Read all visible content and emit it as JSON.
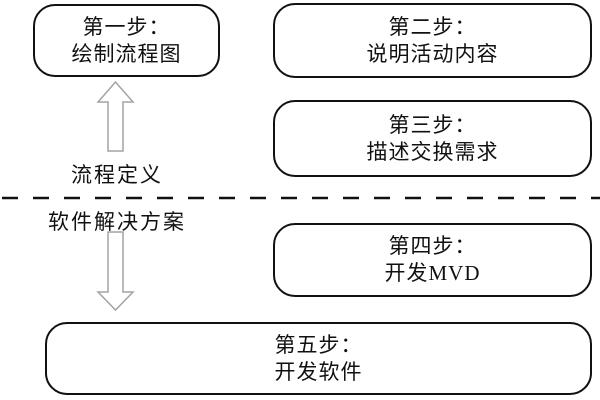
{
  "diagram": {
    "boxes": [
      {
        "id": "step1",
        "line1": "第一步：",
        "line2": "绘制流程图"
      },
      {
        "id": "step2",
        "line1": "第二步：",
        "line2": "说明活动内容"
      },
      {
        "id": "step3",
        "line1": "第三步：",
        "line2": "描述交换需求"
      },
      {
        "id": "step4",
        "line1": "第四步：",
        "line2": "开发MVD"
      },
      {
        "id": "step5",
        "line1": "第五步：",
        "line2": "开发软件"
      }
    ],
    "labels": {
      "upper_zone": "流程定义",
      "lower_zone": "软件解决方案"
    },
    "icons": {
      "up_arrow": "up-arrow-icon",
      "down_arrow": "down-arrow-icon"
    },
    "colors": {
      "background": "#ffffff",
      "box_border": "#111111",
      "text": "#111111",
      "arrow_outline": "#a3a3a3",
      "divider": "#111111"
    }
  }
}
